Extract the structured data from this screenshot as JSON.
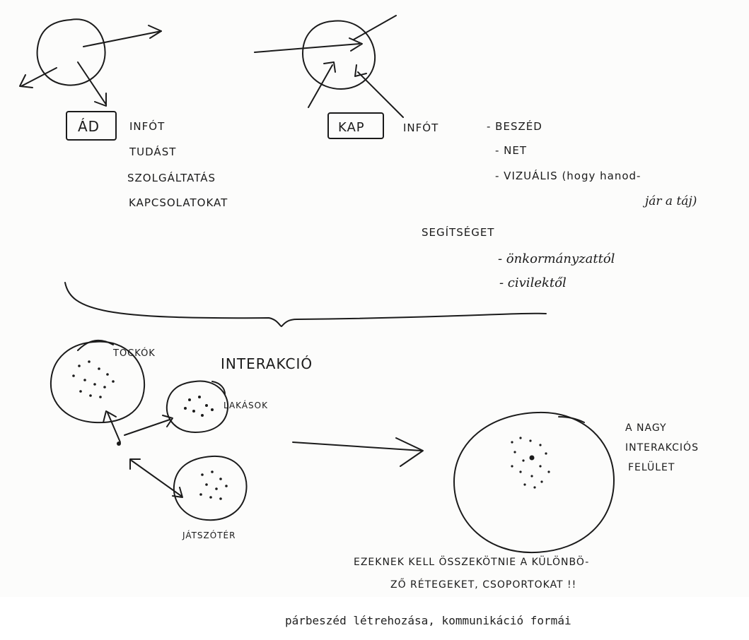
{
  "colors": {
    "ink": "#1b1b1b",
    "paper": "#fcfcfb"
  },
  "give": {
    "box_label": "ÁD",
    "items": [
      "INFÓT",
      "TUDÁST",
      "SZOLGÁLTATÁS",
      "KAPCSOLATOKAT"
    ]
  },
  "receive": {
    "box_label": "KAP",
    "info_label": "INFÓT",
    "info_channels": [
      "- BESZÉD",
      "- NET",
      "- VIZUÁLIS (hogy hanod-",
      "jár a táj)"
    ],
    "help_label": "SEGÍTSÉGET",
    "help_sources": [
      "- önkormányzattól",
      "- civilektől"
    ]
  },
  "interaction": {
    "title": "INTERAKCIÓ",
    "groups": [
      "TOCKÓK",
      "LAKÁSOK",
      "JÁTSZÓTÉR"
    ],
    "surface_label": [
      "A NAGY",
      "INTERAKCIÓS",
      "FELÜLET"
    ],
    "note": [
      "EZEKNEK KELL ÖSSZEKÖTNIE A KÜLÖNBÖ-",
      "ZŐ RÉTEGEKET, CSOPORTOKAT !!"
    ]
  },
  "caption": "párbeszéd létrehozása, kommunikáció formái"
}
